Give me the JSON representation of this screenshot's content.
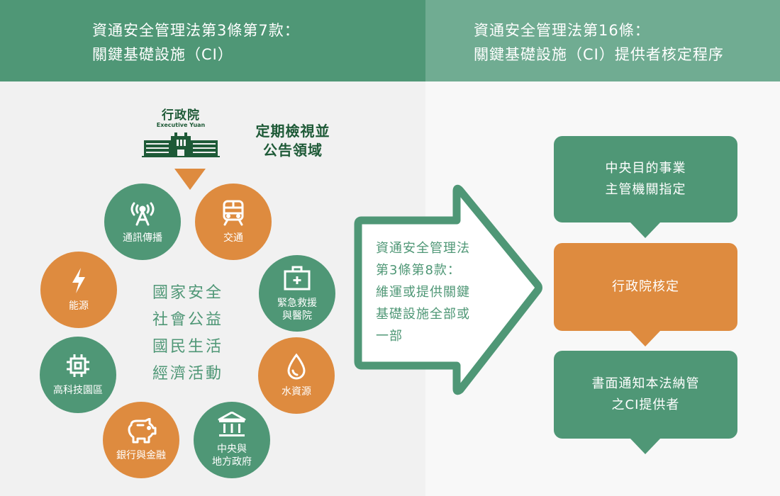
{
  "header": {
    "left": {
      "line1": "資通安全管理法第3條第7款：",
      "line2": "關鍵基礎設施（CI）"
    },
    "right": {
      "line1": "資通安全管理法第16條：",
      "line2": "關鍵基礎設施（CI）提供者核定程序"
    }
  },
  "logo": {
    "title": "行政院",
    "subtitle": "Executive Yuan"
  },
  "review": {
    "line1": "定期檢視並",
    "line2": "公告領域"
  },
  "sectors": [
    {
      "id": "telecom",
      "label": "通訊傳播",
      "icon": "antenna-icon",
      "color": "green"
    },
    {
      "id": "transport",
      "label": "交通",
      "icon": "train-icon",
      "color": "orange"
    },
    {
      "id": "energy",
      "label": "能源",
      "icon": "lightning-icon",
      "color": "orange"
    },
    {
      "id": "medical",
      "label_line1": "緊急救援",
      "label_line2": "與醫院",
      "icon": "first-aid-kit-icon",
      "color": "green"
    },
    {
      "id": "tech-park",
      "label": "高科技園區",
      "icon": "chip-icon",
      "color": "green"
    },
    {
      "id": "water",
      "label": "水資源",
      "icon": "water-drop-icon",
      "color": "orange"
    },
    {
      "id": "finance",
      "label": "銀行與金融",
      "icon": "piggy-bank-icon",
      "color": "orange"
    },
    {
      "id": "government",
      "label_line1": "中央與",
      "label_line2": "地方政府",
      "icon": "government-building-icon",
      "color": "green"
    }
  ],
  "center_values": [
    "國家安全",
    "社會公益",
    "國民生活",
    "經濟活動"
  ],
  "arrow": {
    "lines": [
      "資通安全管理法",
      "第3條第8款：",
      "維運或提供關鍵",
      "基礎設施全部或",
      "一部"
    ]
  },
  "steps": [
    {
      "line1": "中央目的事業",
      "line2": "主管機關指定",
      "color": "green"
    },
    {
      "line1": "行政院核定",
      "color": "orange"
    },
    {
      "line1": "書面通知本法納管",
      "line2": "之CI提供者",
      "color": "green"
    }
  ],
  "colors": {
    "green": "#4f9776",
    "green_light": "#70ac92",
    "orange": "#de8b3f",
    "dark_green": "#1e5a37",
    "bg_left": "#f1f1f1",
    "bg_right": "#f8f8f8"
  }
}
